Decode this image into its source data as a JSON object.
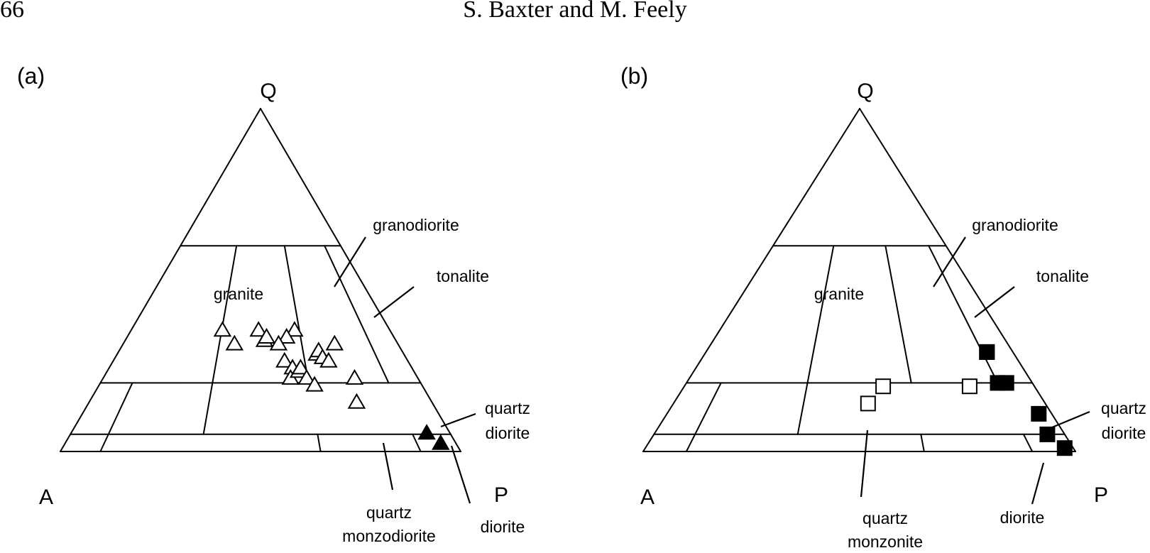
{
  "header": {
    "page_number": "66",
    "authors": "S. Baxter and M. Feely"
  },
  "colors": {
    "ink": "#000000",
    "paper": "#ffffff"
  },
  "panels": [
    {
      "label": "(a)",
      "apex_q": "Q",
      "apex_a": "A",
      "apex_p": "P",
      "fields": {
        "granite": "granite",
        "granodiorite": "granodiorite",
        "tonalite": "tonalite",
        "quartz_diorite_1": "quartz",
        "quartz_diorite_2": "diorite",
        "quartz_monzo_1": "quartz",
        "quartz_monzo_2": "monzodiorite",
        "diorite": "diorite"
      }
    },
    {
      "label": "(b)",
      "apex_q": "Q",
      "apex_a": "A",
      "apex_p": "P",
      "fields": {
        "granite": "granite",
        "granodiorite": "granodiorite",
        "tonalite": "tonalite",
        "quartz_diorite_1": "quartz",
        "quartz_diorite_2": "diorite",
        "quartz_monzo_1": "quartz",
        "quartz_monzo_2": "monzonite",
        "diorite": "diorite"
      }
    }
  ],
  "chart_data": [
    {
      "type": "scatter",
      "diagram": "ternary",
      "vertices": [
        "Q",
        "A",
        "P"
      ],
      "series": [
        {
          "marker": "open-triangle",
          "points": [
            {
              "Q": 35,
              "A": 42,
              "P": 23
            },
            {
              "Q": 31,
              "A": 41,
              "P": 28
            },
            {
              "Q": 35,
              "A": 33,
              "P": 32
            },
            {
              "Q": 32,
              "A": 33,
              "P": 35
            },
            {
              "Q": 33,
              "A": 32,
              "P": 35
            },
            {
              "Q": 35,
              "A": 24,
              "P": 41
            },
            {
              "Q": 33,
              "A": 27,
              "P": 40
            },
            {
              "Q": 31,
              "A": 30,
              "P": 39
            },
            {
              "Q": 26,
              "A": 31,
              "P": 43
            },
            {
              "Q": 24,
              "A": 30,
              "P": 46
            },
            {
              "Q": 21,
              "A": 32,
              "P": 47
            },
            {
              "Q": 23,
              "A": 29,
              "P": 48
            },
            {
              "Q": 24,
              "A": 28,
              "P": 48
            },
            {
              "Q": 21,
              "A": 28,
              "P": 51
            },
            {
              "Q": 19,
              "A": 27,
              "P": 54
            },
            {
              "Q": 28,
              "A": 22,
              "P": 50
            },
            {
              "Q": 29,
              "A": 21,
              "P": 50
            },
            {
              "Q": 27,
              "A": 21,
              "P": 52
            },
            {
              "Q": 26,
              "A": 20,
              "P": 54
            },
            {
              "Q": 31,
              "A": 16,
              "P": 53
            },
            {
              "Q": 21,
              "A": 16,
              "P": 63
            },
            {
              "Q": 14,
              "A": 19,
              "P": 67
            }
          ]
        },
        {
          "marker": "filled-triangle",
          "points": [
            {
              "Q": 5,
              "A": 6,
              "P": 89
            },
            {
              "Q": 2,
              "A": 4,
              "P": 94
            }
          ]
        }
      ]
    },
    {
      "type": "scatter",
      "diagram": "ternary",
      "vertices": [
        "Q",
        "A",
        "P"
      ],
      "series": [
        {
          "marker": "open-square",
          "points": [
            {
              "Q": 19,
              "A": 35,
              "P": 46
            },
            {
              "Q": 14,
              "A": 41,
              "P": 45
            },
            {
              "Q": 19,
              "A": 15,
              "P": 66
            },
            {
              "Q": 29,
              "A": 6,
              "P": 65
            }
          ]
        },
        {
          "marker": "filled-square",
          "points": [
            {
              "Q": 29,
              "A": 6,
              "P": 65
            },
            {
              "Q": 20,
              "A": 8,
              "P": 72
            },
            {
              "Q": 20,
              "A": 6,
              "P": 74
            },
            {
              "Q": 11,
              "A": 3,
              "P": 86
            },
            {
              "Q": 5,
              "A": 4,
              "P": 91
            },
            {
              "Q": 1,
              "A": 2,
              "P": 97
            }
          ]
        }
      ]
    }
  ]
}
